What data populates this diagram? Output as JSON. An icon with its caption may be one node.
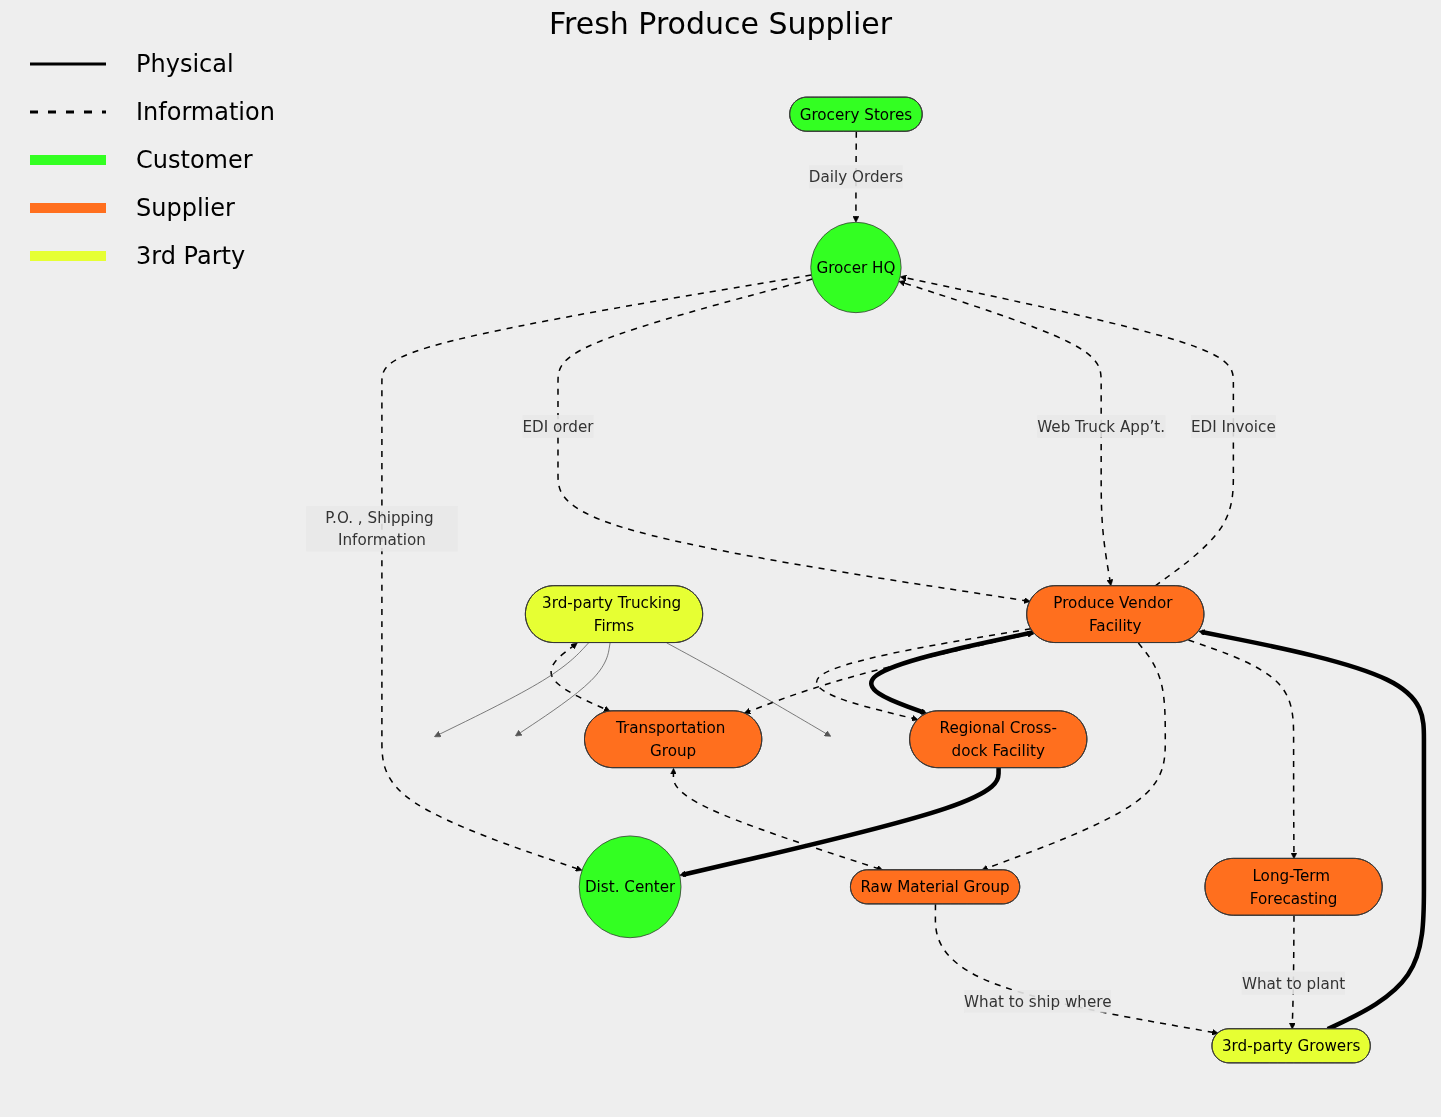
{
  "diagram": {
    "title": "Fresh Produce Supplier",
    "nodes": [
      {
        "text": [
          "Dist. Center"
        ]
      },
      {
        "text": [
          "Grocer HQ"
        ]
      },
      {
        "text": [
          "Grocery Stores"
        ]
      },
      {
        "text": [
          "Regional Cross-dock Facility"
        ]
      },
      {
        "text": [
          "Produce Vendor Facility"
        ]
      },
      {
        "text": [
          "3rd-party Trucking Firms"
        ]
      },
      {
        "text": [
          "Transportation Group"
        ]
      },
      {
        "text": [
          "Raw Material Group"
        ]
      },
      {
        "text": [
          "Long-Term Forecasting"
        ]
      },
      {
        "text": [
          "3rd-party Growers"
        ]
      }
    ],
    "edges": [
      {
        "from": 1,
        "to": 0,
        "arrow": "to",
        "style": "dashed",
        "label": "P.O. , Shipping Information"
      },
      {
        "from": 2,
        "to": 1,
        "arrow": "to",
        "style": "dashed",
        "label": "Daily Orders"
      },
      {
        "from": 1,
        "to": 4,
        "arrow": "to",
        "style": "dashed",
        "label": "EDI order"
      },
      {
        "from": 4,
        "to": 1,
        "arrow": "both",
        "style": "dashed",
        "label": "Web Truck App’t."
      },
      {
        "from": 4,
        "to": 1,
        "arrow": "to",
        "style": "dashed",
        "label": "EDI Invoice"
      },
      {
        "from": 3,
        "to": 0,
        "arrow": "to",
        "style": "thick"
      },
      {
        "from": 4,
        "to": 3,
        "arrow": "to",
        "style": "dashed"
      },
      {
        "from": 4,
        "to": 3,
        "arrow": "to",
        "style": "thick"
      },
      {
        "from": 4,
        "to": 6,
        "arrow": "both",
        "style": "dashed"
      },
      {
        "from": 5,
        "to": 6,
        "arrow": "both",
        "style": "dashed"
      },
      {
        "from": 9,
        "to": 4,
        "arrow": "to",
        "style": "thick"
      },
      {
        "from": 4,
        "to": 7,
        "arrow": "to",
        "style": "dashed"
      },
      {
        "from": 4,
        "to": 8,
        "arrow": "to",
        "style": "dashed"
      },
      {
        "from": 6,
        "to": 7,
        "arrow": "both",
        "style": "dashed"
      },
      {
        "from": 7,
        "to": 9,
        "arrow": "to",
        "style": "dashed",
        "label": "What to ship where"
      },
      {
        "from": 8,
        "to": 9,
        "arrow": "to",
        "style": "dashed",
        "label": "What to plant"
      },
      {
        "from": 5,
        "to": null,
        "arrow": "to",
        "color": "#555555"
      },
      {
        "from": 5,
        "to": null,
        "arrow": "to",
        "color": "#555555"
      },
      {
        "from": 5,
        "to": null,
        "arrow": "to",
        "color": "#555555"
      }
    ],
    "legend": [
      {
        "text": "Physical"
      },
      {
        "text": "Information"
      },
      {
        "text": "Customer",
        "color": "#33ff22"
      },
      {
        "text": "Supplier",
        "color": "#ff6f1e"
      },
      {
        "text": "3rd Party",
        "color": "#e6ff33"
      }
    ]
  }
}
